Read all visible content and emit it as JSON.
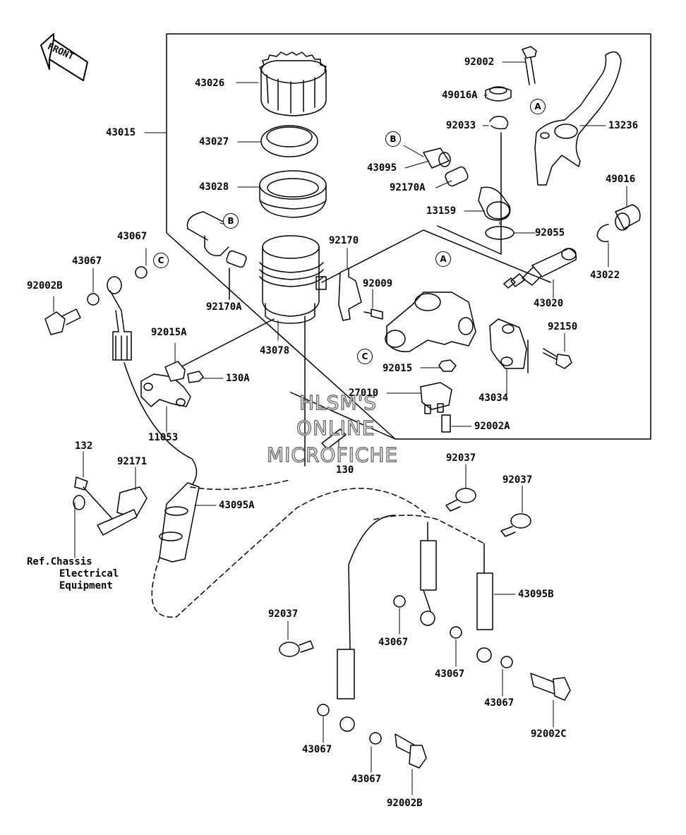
{
  "front_label": "FRONT",
  "watermark": [
    "HLSM'S",
    "ONLINE",
    "MICROFICHE"
  ],
  "reference": [
    "Ref.Chassis",
    "Electrical",
    "Equipment"
  ],
  "callouts": {
    "a1": "A",
    "a2": "A",
    "b1": "B",
    "b2": "B",
    "c1": "C",
    "c2": "C"
  },
  "parts": {
    "p43026": "43026",
    "p43015": "43015",
    "p43027": "43027",
    "p43028": "43028",
    "p43067_a": "43067",
    "p43067_b": "43067",
    "p92002b_top": "92002B",
    "p92170a_left": "92170A",
    "p92015a": "92015A",
    "p43078": "43078",
    "p130a": "130A",
    "p11053": "11053",
    "p92170": "92170",
    "p92009": "92009",
    "p92002": "92002",
    "p49016a": "49016A",
    "p92033": "92033",
    "p43095": "43095",
    "p92170a_right": "92170A",
    "p13159": "13159",
    "p13236": "13236",
    "p49016": "49016",
    "p92055": "92055",
    "p43022": "43022",
    "p43020": "43020",
    "p92150": "92150",
    "p92015": "92015",
    "p43034": "43034",
    "p27010": "27010",
    "p92002a": "92002A",
    "p130": "130",
    "p132": "132",
    "p92171": "92171",
    "p43095a": "43095A",
    "p92037_a": "92037",
    "p92037_b": "92037",
    "p92037_c": "92037",
    "p43095b": "43095B",
    "p43067_c": "43067",
    "p43067_d": "43067",
    "p43067_e": "43067",
    "p43067_f": "43067",
    "p43067_g": "43067",
    "p92002c": "92002C",
    "p92002b_bottom": "92002B"
  }
}
